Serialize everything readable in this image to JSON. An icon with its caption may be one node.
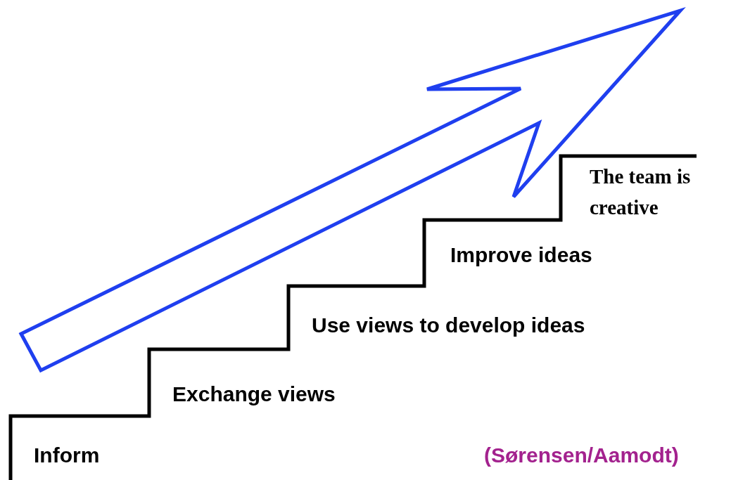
{
  "diagram": {
    "labels": [
      "Inform",
      "Exchange views",
      "Use views to develop ideas",
      "Improve ideas",
      "The team is creative",
      "(Sørensen/Aamodt)"
    ]
  }
}
